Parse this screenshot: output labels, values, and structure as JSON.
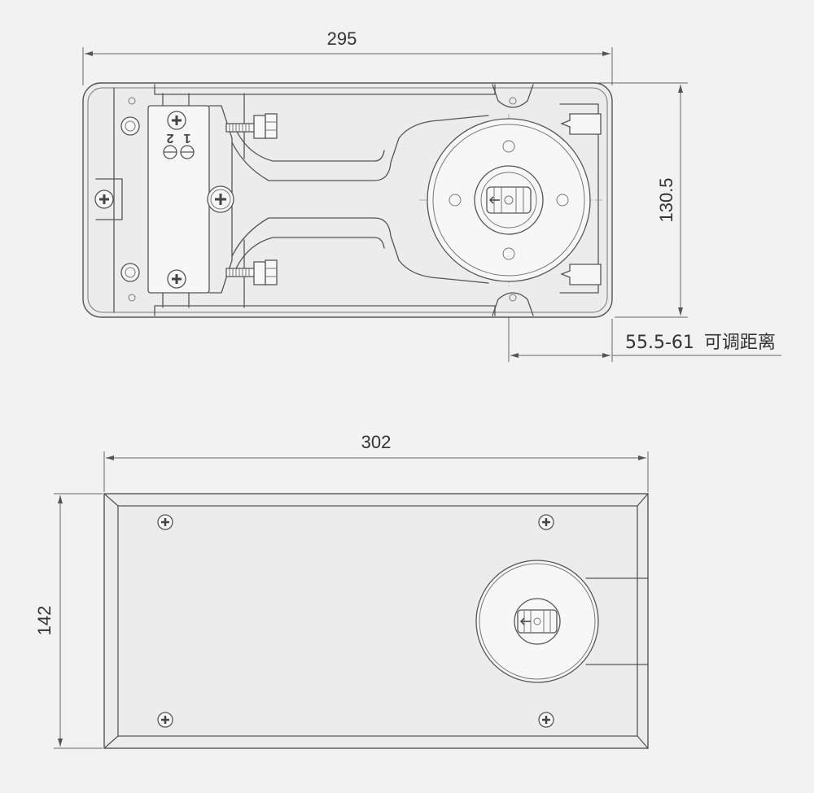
{
  "top_view": {
    "width_label": "295",
    "height_label": "130.5",
    "adjust_label": "55.5-61",
    "adjust_note": "可调距离",
    "valve_labels": [
      "1",
      "2"
    ]
  },
  "bottom_view": {
    "width_label": "302",
    "height_label": "142"
  },
  "colors": {
    "background": "#f2f2f2",
    "line": "#555555",
    "text": "#333333"
  },
  "icons": [
    "phillips-screw-icon",
    "adjust-valve-icon",
    "arrow-left-icon"
  ]
}
